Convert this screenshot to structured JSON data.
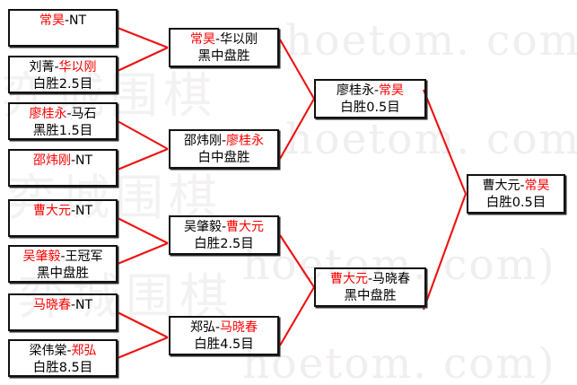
{
  "watermark": {
    "latin": [
      "hoetom. com)",
      "hoetom. com)",
      "hoetom. com)",
      "hoetom. com)"
    ],
    "cjk": [
      "弈城围棋",
      "弈城围棋",
      "弈城围棋"
    ]
  },
  "colors": {
    "highlight": "#ff0000",
    "connector": "#ee1111",
    "border": "#111111",
    "text": "#000000"
  },
  "rounds": [
    {
      "name": "round-1",
      "matches": [
        {
          "id": "r1m1",
          "left": "常昊",
          "right": "NT",
          "left_red": true,
          "right_red": false,
          "result": ""
        },
        {
          "id": "r1m2",
          "left": "刘菁",
          "right": "华以刚",
          "left_red": false,
          "right_red": true,
          "result": "白胜2.5目"
        },
        {
          "id": "r1m3",
          "left": "廖桂永",
          "right": "马石",
          "left_red": true,
          "right_red": false,
          "result": "黑胜1.5目"
        },
        {
          "id": "r1m4",
          "left": "邵炜刚",
          "right": "NT",
          "left_red": true,
          "right_red": false,
          "result": ""
        },
        {
          "id": "r1m5",
          "left": "曹大元",
          "right": "NT",
          "left_red": true,
          "right_red": false,
          "result": ""
        },
        {
          "id": "r1m6",
          "left": "吴肇毅",
          "right": "王冠军",
          "left_red": true,
          "right_red": false,
          "result": "黑中盘胜"
        },
        {
          "id": "r1m7",
          "left": "马晓春",
          "right": "NT",
          "left_red": true,
          "right_red": false,
          "result": ""
        },
        {
          "id": "r1m8",
          "left": "梁伟棠",
          "right": "郑弘",
          "left_red": false,
          "right_red": true,
          "result": "白胜8.5目"
        }
      ]
    },
    {
      "name": "round-2",
      "matches": [
        {
          "id": "r2m1",
          "left": "常昊",
          "right": "华以刚",
          "left_red": true,
          "right_red": false,
          "result": "黑中盘胜"
        },
        {
          "id": "r2m2",
          "left": "邵炜刚",
          "right": "廖桂永",
          "left_red": false,
          "right_red": true,
          "result": "白中盘胜"
        },
        {
          "id": "r2m3",
          "left": "吴肇毅",
          "right": "曹大元",
          "left_red": false,
          "right_red": true,
          "result": "白胜2.5目"
        },
        {
          "id": "r2m4",
          "left": "郑弘",
          "right": "马晓春",
          "left_red": false,
          "right_red": true,
          "result": "白胜4.5目"
        }
      ]
    },
    {
      "name": "round-3",
      "matches": [
        {
          "id": "r3m1",
          "left": "廖桂永",
          "right": "常昊",
          "left_red": false,
          "right_red": true,
          "result": "白胜0.5目"
        },
        {
          "id": "r3m2",
          "left": "曹大元",
          "right": "马晓春",
          "left_red": true,
          "right_red": false,
          "result": "黑中盘胜"
        }
      ]
    },
    {
      "name": "final",
      "matches": [
        {
          "id": "r4m1",
          "left": "曹大元",
          "right": "常昊",
          "left_red": false,
          "right_red": true,
          "result": "白胜0.5目"
        }
      ]
    }
  ],
  "separator": "-"
}
